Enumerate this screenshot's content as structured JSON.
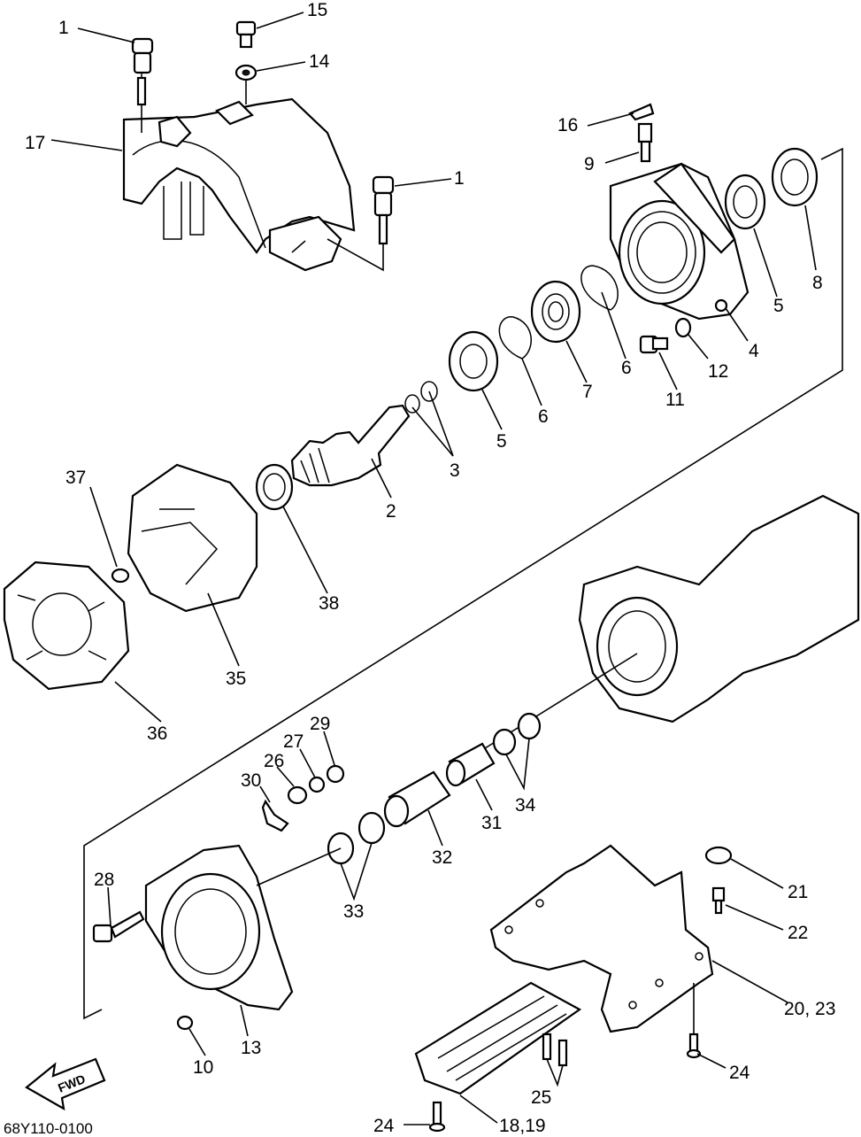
{
  "callouts": {
    "c1a": "1",
    "c15": "15",
    "c14": "14",
    "c17": "17",
    "c1b": "1",
    "c16": "16",
    "c9": "9",
    "c8": "8",
    "c5a": "5",
    "c4": "4",
    "c12": "12",
    "c11": "11",
    "c6a": "6",
    "c7": "7",
    "c6b": "6",
    "c5b": "5",
    "c3": "3",
    "c2": "2",
    "c37": "37",
    "c38": "38",
    "c35": "35",
    "c36": "36",
    "c29": "29",
    "c27": "27",
    "c26": "26",
    "c30": "30",
    "c34": "34",
    "c31": "31",
    "c32": "32",
    "c33": "33",
    "c28": "28",
    "c13": "13",
    "c10": "10",
    "c21": "21",
    "c22": "22",
    "c20_23": "20, 23",
    "c24a": "24",
    "c25": "25",
    "c24b": "24",
    "c18_19": "18,19"
  },
  "fwd_label": "FWD",
  "diagram_code": "68Y110-0100"
}
